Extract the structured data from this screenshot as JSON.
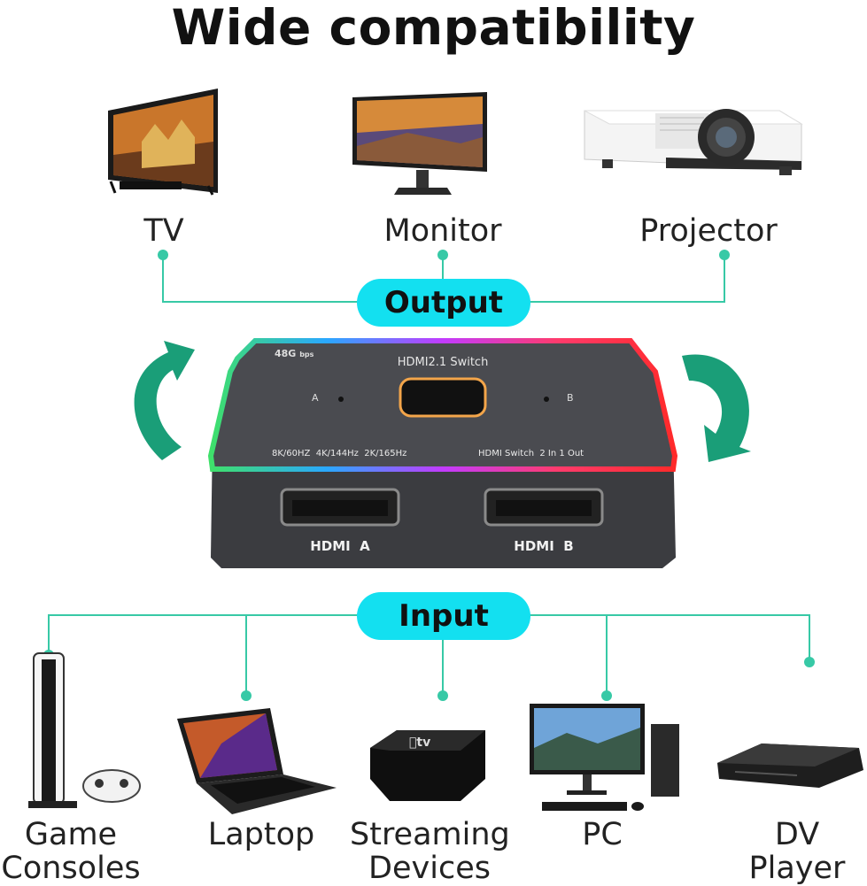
{
  "title": "Wide compatibility",
  "outputs": [
    {
      "label": "TV",
      "icon": "tv-icon"
    },
    {
      "label": "Monitor",
      "icon": "monitor-icon"
    },
    {
      "label": "Projector",
      "icon": "projector-icon"
    }
  ],
  "output_label": "Output",
  "input_label": "Input",
  "device": {
    "speed": "48G",
    "speed_unit": "bps",
    "name": "HDMI2.1 Switch",
    "port_a_led": "A",
    "port_b_led": "B",
    "specs": "8K/60HZ  4K/144Hz  2K/165Hz",
    "specs_right": "HDMI Switch  2 In 1 Out",
    "port_a": "HDMI  A",
    "port_b": "HDMI  B"
  },
  "inputs": [
    {
      "line1": "Game",
      "line2": "Consoles",
      "icon": "game-console-icon"
    },
    {
      "line1": "Laptop",
      "line2": "",
      "icon": "laptop-icon"
    },
    {
      "line1": "Streaming",
      "line2": "Devices",
      "icon": "streaming-box-icon"
    },
    {
      "line1": "PC",
      "line2": "",
      "icon": "pc-icon"
    },
    {
      "line1": "DV",
      "line2": "Player",
      "icon": "dv-player-icon"
    }
  ],
  "colors": {
    "accent": "#13e0f0",
    "line": "#37c9a6",
    "arrow": "#1a9e78",
    "device": "#3a3b3f"
  }
}
